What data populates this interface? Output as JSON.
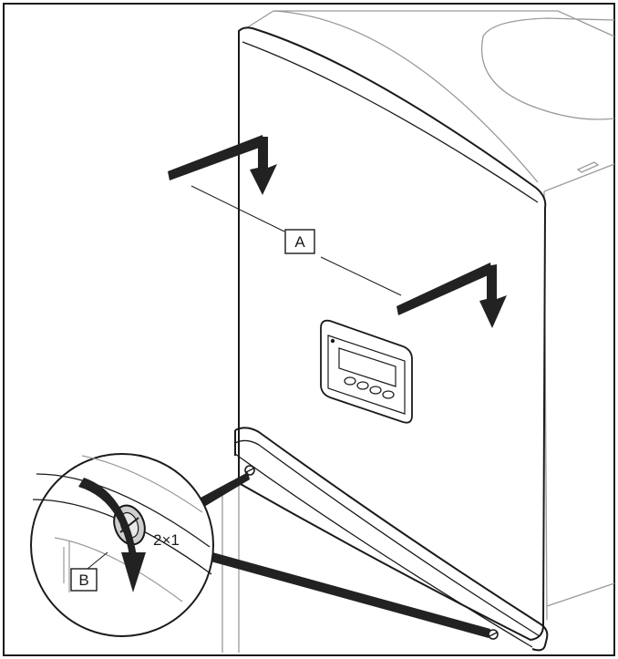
{
  "labels": {
    "callout_a": "A",
    "callout_b": "B",
    "quantity": "2×1"
  },
  "colors": {
    "stroke": "#1a1a1a",
    "fill_dark": "#222222",
    "panel_light": "#ffffff",
    "shade": "#9a9a9a"
  },
  "icons": {
    "arrow": "arrow-down-icon",
    "curved_arrow": "curved-arrow-icon",
    "screw": "screw-icon"
  }
}
